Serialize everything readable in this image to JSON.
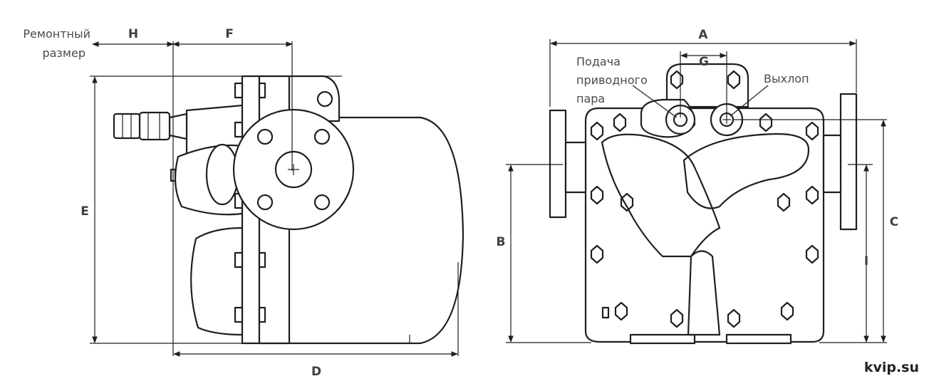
{
  "labels": {
    "A": "A",
    "B": "B",
    "C": "C",
    "D": "D",
    "E": "E",
    "F": "F",
    "G": "G",
    "H": "H",
    "I": "I"
  },
  "notes": {
    "service_line1": "Ремонтный",
    "service_line2": "размер",
    "supply_line1": "Подача",
    "supply_line2": "приводного",
    "supply_line3": "пара",
    "exhaust": "Выхлоп"
  },
  "brand": "kvip.su",
  "colors": {
    "ink": "#1f1f1f",
    "label": "#3f3f3f",
    "brand": "#222222"
  }
}
